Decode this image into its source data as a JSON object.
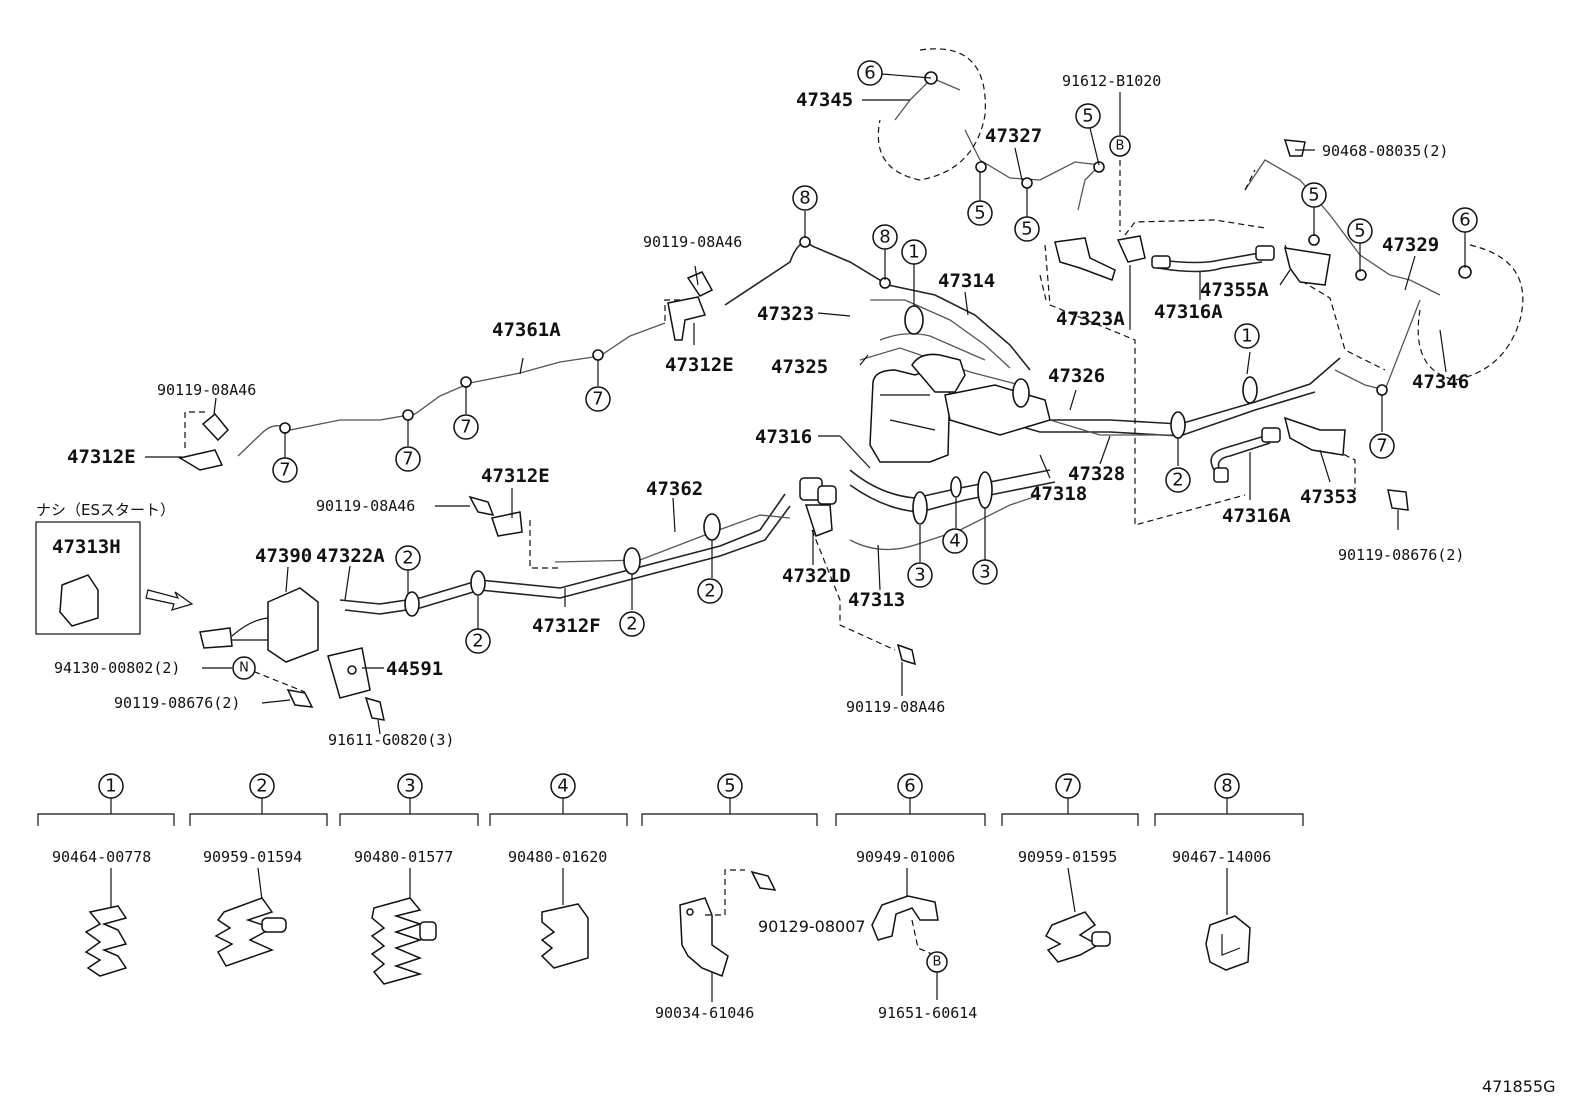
{
  "labels": {
    "p47345": "47345",
    "p91612B1020": "91612-B1020",
    "p47327": "47327",
    "p90468": "90468-08035(2)",
    "p90119_08A46_top": "90119-08A46",
    "p47329": "47329",
    "p47314": "47314",
    "p47323": "47323",
    "p47323A": "47323A",
    "p47316A_top": "47316A",
    "p47355A": "47355A",
    "p47312E_top": "47312E",
    "p47325": "47325",
    "p47361A": "47361A",
    "p47346": "47346",
    "p47326": "47326",
    "p90119_08A46_left": "90119-08A46",
    "p47312E_left": "47312E",
    "p47316": "47316",
    "p47328": "47328",
    "p47318": "47318",
    "p47353": "47353",
    "p47316A_bot": "47316A",
    "p90119_08676_right": "90119-08676(2)",
    "p47312E_mid": "47312E",
    "p90119_08A46_mid": "90119-08A46",
    "p47362": "47362",
    "p47313H": "47313H",
    "p47390": "47390",
    "p47322A": "47322A",
    "p47312F": "47312F",
    "p47321D": "47321D",
    "p47313": "47313",
    "p94130": "94130-00802(2)",
    "p44591": "44591",
    "p90119_08676_left": "90119-08676(2)",
    "p91611": "91611-G0820(3)",
    "p90119_08A46_bot": "90119-08A46",
    "note_nashi": "ナシ（ESスタート）",
    "ref_B": "B",
    "ref_N": "N"
  },
  "legend": [
    {
      "num": "1",
      "part": "90464-00778"
    },
    {
      "num": "2",
      "part": "90959-01594"
    },
    {
      "num": "3",
      "part": "90480-01577"
    },
    {
      "num": "4",
      "part": "90480-01620"
    },
    {
      "num": "5",
      "part": "90034-61046",
      "extra": "90129-08007"
    },
    {
      "num": "6",
      "part": "90949-01006",
      "extra": "91651-60614",
      "extra_ref": "B"
    },
    {
      "num": "7",
      "part": "90959-01595"
    },
    {
      "num": "8",
      "part": "90467-14006"
    }
  ],
  "callouts": {
    "n1": "1",
    "n2": "2",
    "n3": "3",
    "n4": "4",
    "n5": "5",
    "n6": "6",
    "n7": "7",
    "n8": "8"
  },
  "diagram_code": "471855G"
}
